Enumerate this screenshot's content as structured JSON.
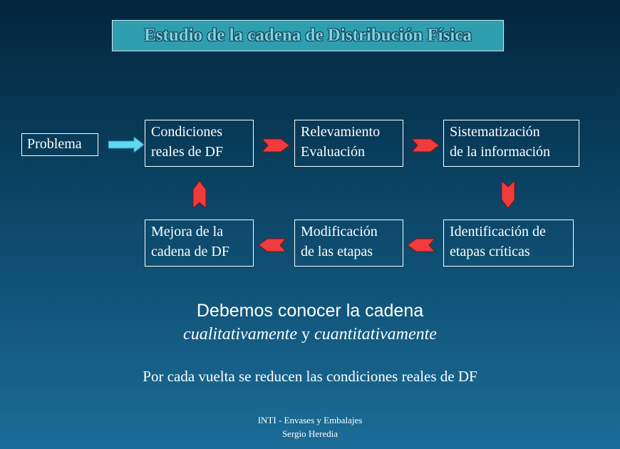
{
  "title": "Estudio de la cadena de Distribución Física",
  "diagram": {
    "start": "Problema",
    "steps": [
      {
        "id": "condiciones",
        "lines": [
          "Condiciones",
          "reales de DF"
        ]
      },
      {
        "id": "relevamiento",
        "lines": [
          "Relevamiento",
          "Evaluación"
        ]
      },
      {
        "id": "sistematizacion",
        "lines": [
          "Sistematización",
          "de la información"
        ]
      },
      {
        "id": "identificacion",
        "lines": [
          "Identificación de",
          "etapas críticas"
        ]
      },
      {
        "id": "modificacion",
        "lines": [
          "Modificación",
          "de las etapas"
        ]
      },
      {
        "id": "mejora",
        "lines": [
          "Mejora de la",
          "cadena de DF"
        ]
      }
    ],
    "colors": {
      "start_arrow": "#5fd8f0",
      "cycle_arrow": "#f03c3c",
      "box_border": "#ffffff"
    }
  },
  "statement": {
    "line1": "Debemos conocer la cadena",
    "line2_a": "cualitativamente",
    "line2_mid": " y ",
    "line2_b": "cuantitativamente"
  },
  "note": "Por cada vuelta se reducen las condiciones reales de DF",
  "footer": {
    "org": "INTI - Envases y Embalajes",
    "author": "Sergio Heredia"
  }
}
